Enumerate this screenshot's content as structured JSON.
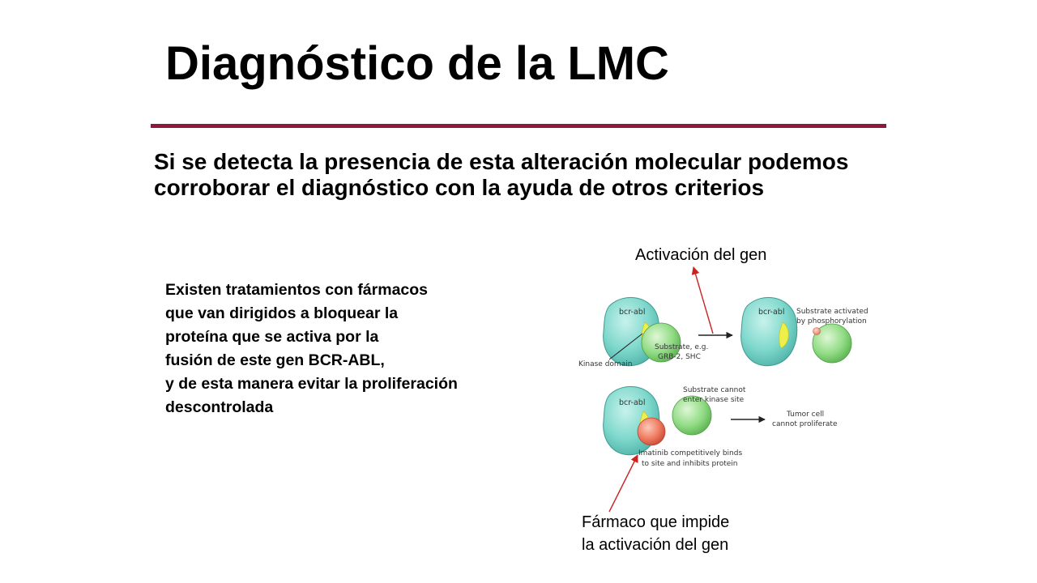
{
  "slide": {
    "title": "Diagnóstico de la LMC",
    "lead": "Si se detecta la presencia de esta alteración molecular podemos corroborar el diagnóstico con la ayuda de otros criterios",
    "body_lines": [
      "Existen tratamientos con fármacos",
      "que van dirigidos a bloquear la",
      "proteína que se activa por la",
      "fusión de este gen BCR-ABL,",
      "y de esta manera evitar la proliferación",
      "descontrolada"
    ],
    "annotation_top": "Activación del gen",
    "annotation_bottom_lines": [
      "Fármaco que impide",
      "la activación del gen"
    ]
  },
  "diagram": {
    "protein_label": "bcr-abl",
    "kinase_domain": "Kinase domain",
    "substrate_line1": "Substrate, e.g.",
    "substrate_line2": "GRB-2, SHC",
    "activated_line1": "Substrate activated",
    "activated_line2": "by phosphorylation",
    "cannot_line1": "Substrate cannot",
    "cannot_line2": "enter kinase site",
    "tumor_line1": "Tumor cell",
    "tumor_line2": "cannot proliferate",
    "imatinib_line1": "Imatinib competitively binds",
    "imatinib_line2": "to site and inhibits protein"
  },
  "colors": {
    "accent_rule": "#8b1a3a",
    "annotation_arrow": "#cc2222",
    "protein": "#7fd8cc",
    "substrate": "#92dc86",
    "binding_site": "#eef04a",
    "imatinib": "#f07a60"
  }
}
